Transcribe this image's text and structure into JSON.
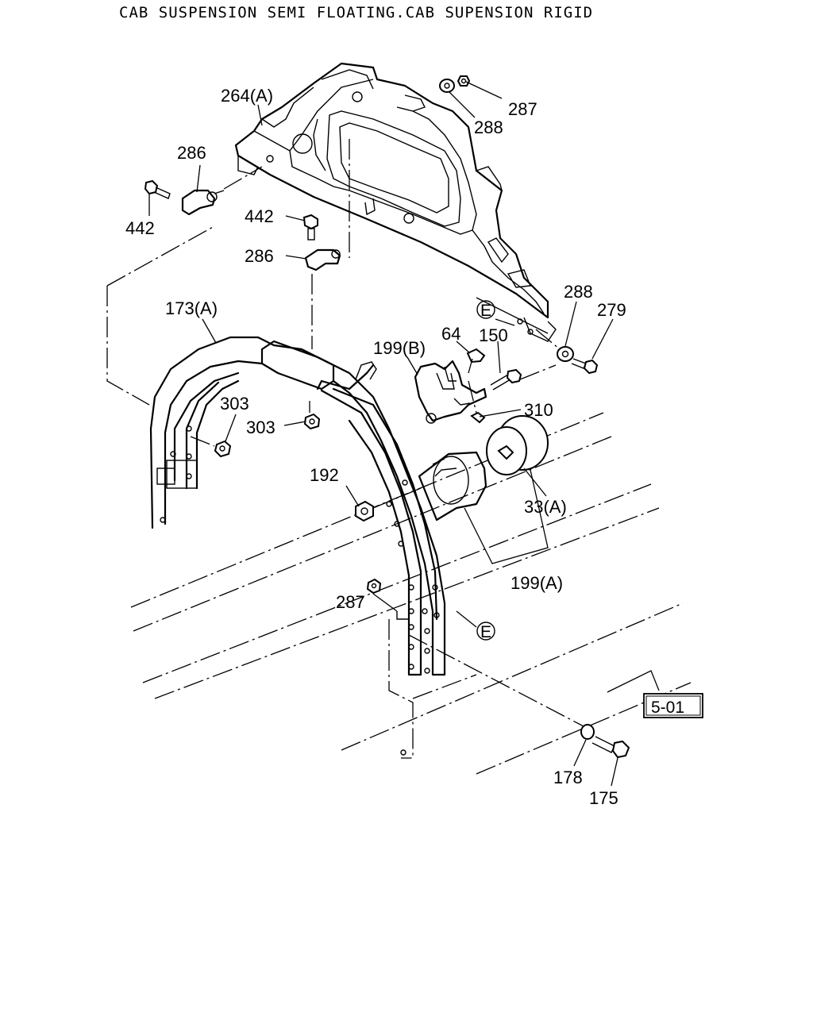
{
  "title": "CAB SUSPENSION SEMI FLOATING.CAB SUPENSION RIGID",
  "section_ref": "5-01",
  "callouts": {
    "c264": "264(A)",
    "c287a": "287",
    "c288a": "288",
    "c286a": "286",
    "c442a": "442",
    "c442b": "442",
    "c286b": "286",
    "c173": "173(A)",
    "c288b": "288",
    "c279": "279",
    "c199b": "199(B)",
    "c64": "64",
    "c150": "150",
    "c303a": "303",
    "c303b": "303",
    "c310": "310",
    "c192": "192",
    "c33": "33(A)",
    "c199a": "199(A)",
    "c287b": "287",
    "c178": "178",
    "c175": "175",
    "e1": "E",
    "e2": "E"
  }
}
